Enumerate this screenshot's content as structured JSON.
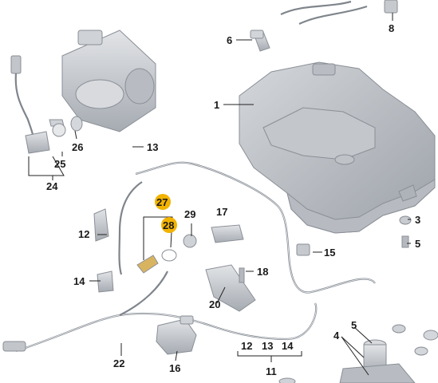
{
  "callouts": {
    "c1": "1",
    "c3": "3",
    "c4": "4",
    "c5": "5",
    "c6": "6",
    "c8": "8",
    "c11": "11",
    "c12a": "12",
    "c12b": "12",
    "c13a": "13",
    "c13b": "13",
    "c14a": "14",
    "c14b": "14",
    "c15": "15",
    "c16": "16",
    "c17": "17",
    "c18": "18",
    "c20": "20",
    "c22": "22",
    "c24": "24",
    "c25": "25",
    "c26": "26",
    "c27": "27",
    "c28": "28",
    "c29": "29"
  },
  "colors": {
    "highlight": "#f2b300",
    "part_fill": "#c9ccd1",
    "part_shade": "#a9aeb5",
    "line": "#222222"
  }
}
